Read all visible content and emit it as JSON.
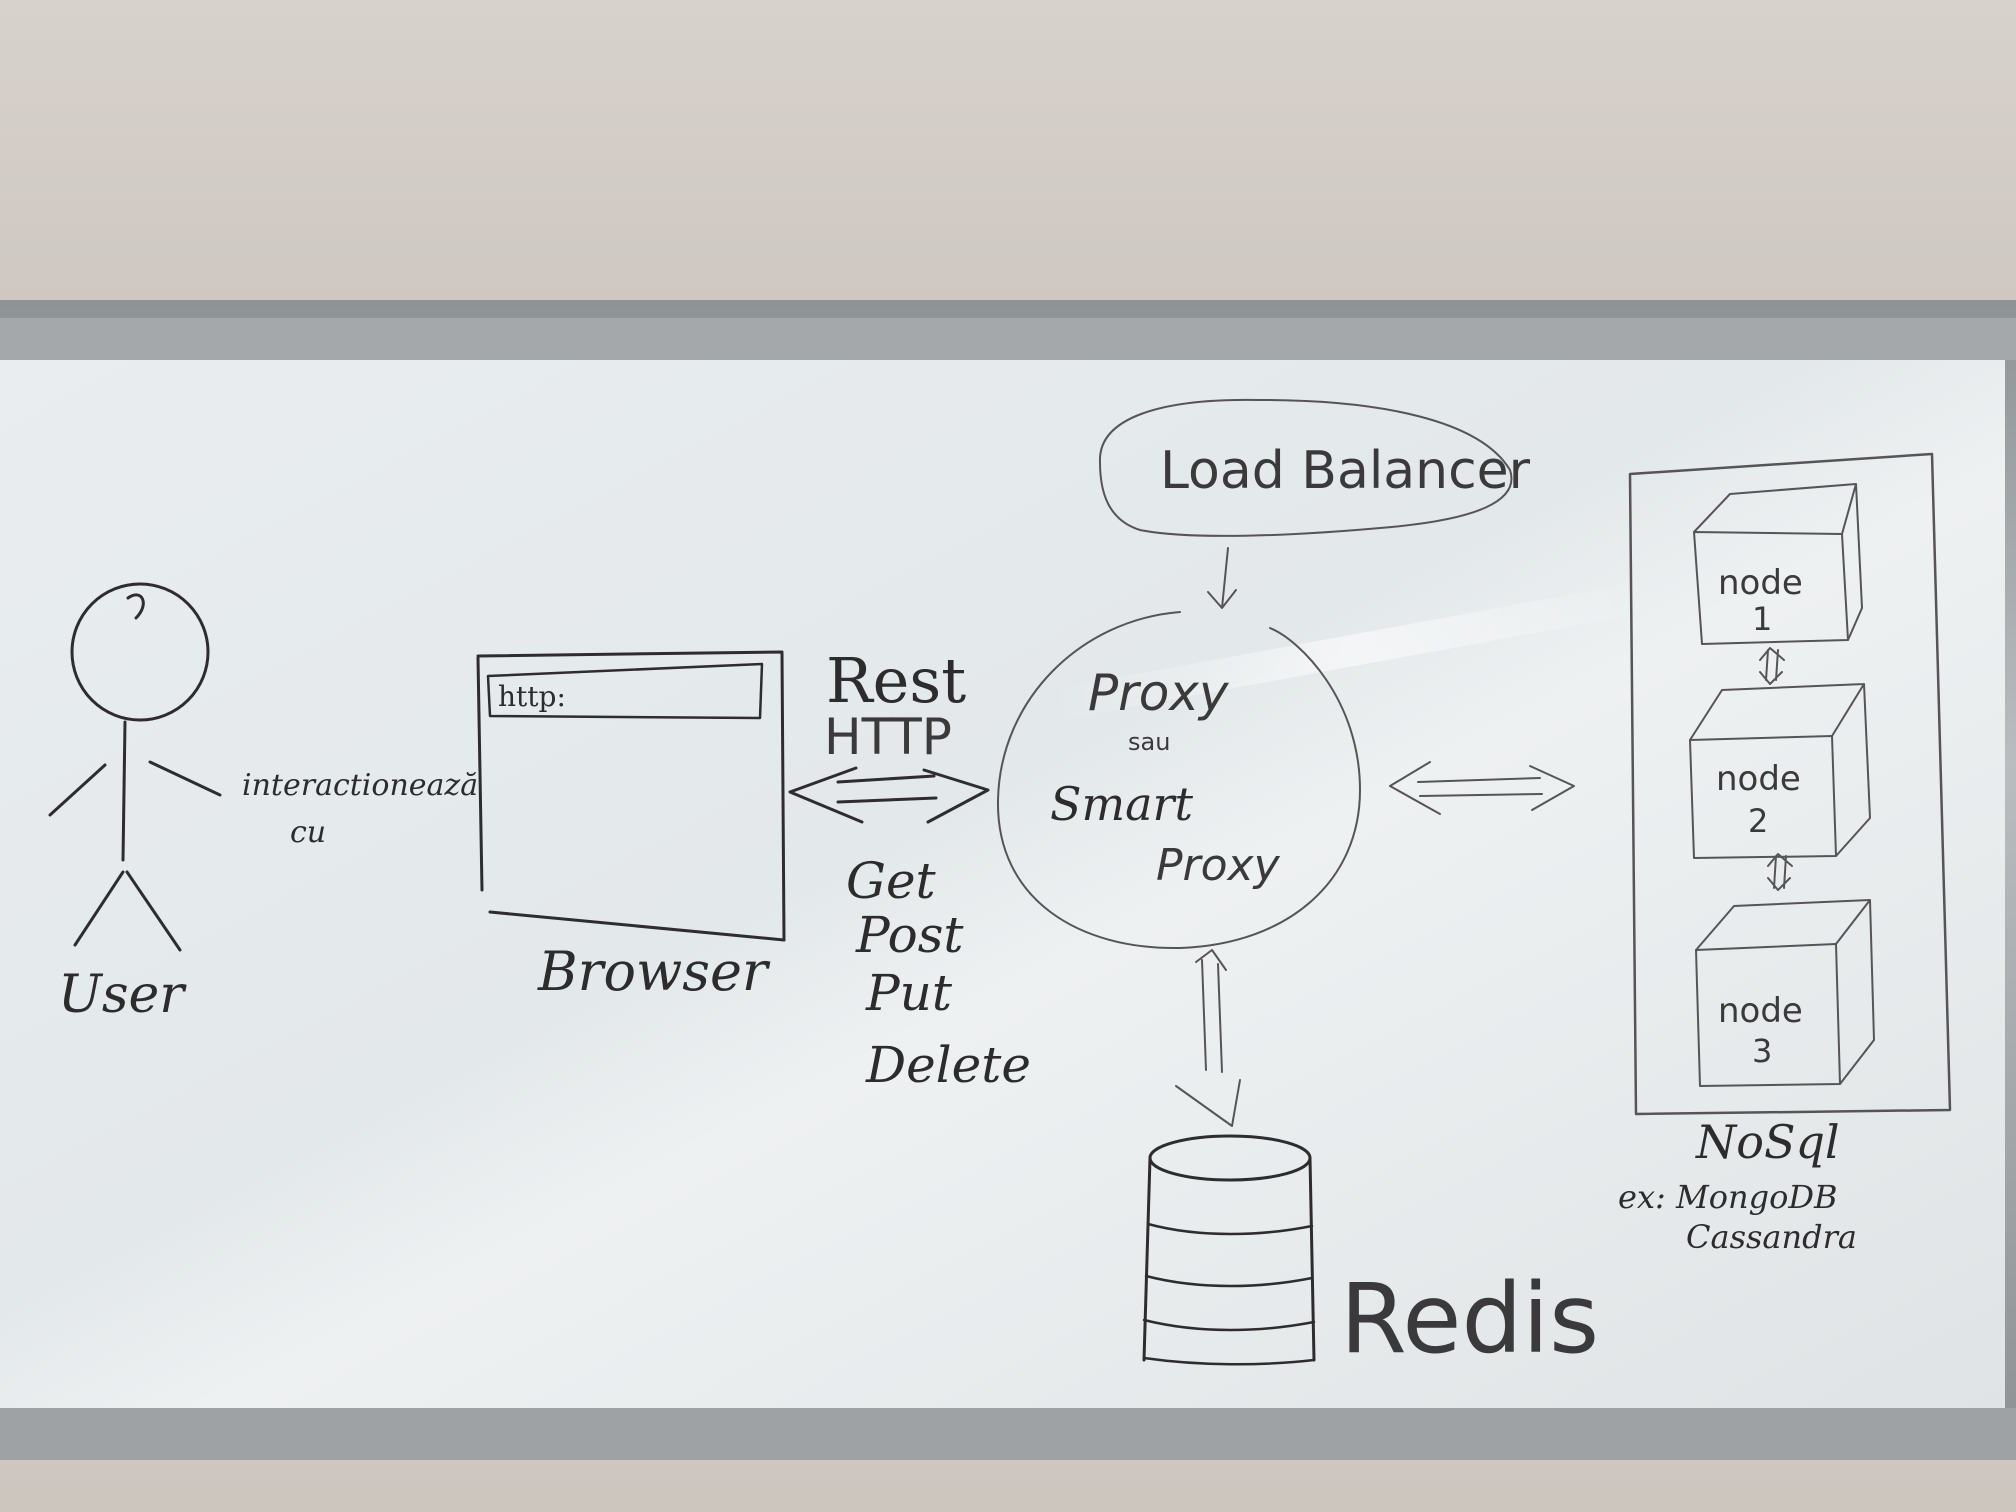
{
  "labels": {
    "user": "User",
    "interacts_line1": "interactionează",
    "interacts_line2": "cu",
    "browser": "Browser",
    "url": "http:",
    "rest": "Rest",
    "http": "HTTP",
    "methods": [
      "Get",
      "Post",
      "Put",
      "Delete"
    ],
    "load_balancer": "Load Balancer",
    "proxy": "Proxy",
    "sau": "sau",
    "smart": "Smart",
    "proxy2": "Proxy",
    "redis": "Redis",
    "nodes": [
      {
        "line1": "node",
        "line2": "1"
      },
      {
        "line1": "node",
        "line2": "2"
      },
      {
        "line1": "node",
        "line2": "3"
      }
    ],
    "nosql": "NoSql",
    "ex_line1": "ex: MongoDB",
    "ex_line2": "Cassandra"
  },
  "colors": {
    "board": "#e6eaec",
    "marker": "#2c2c2e",
    "frame": "#9a9ea1",
    "wall": "#d2cbc5"
  }
}
